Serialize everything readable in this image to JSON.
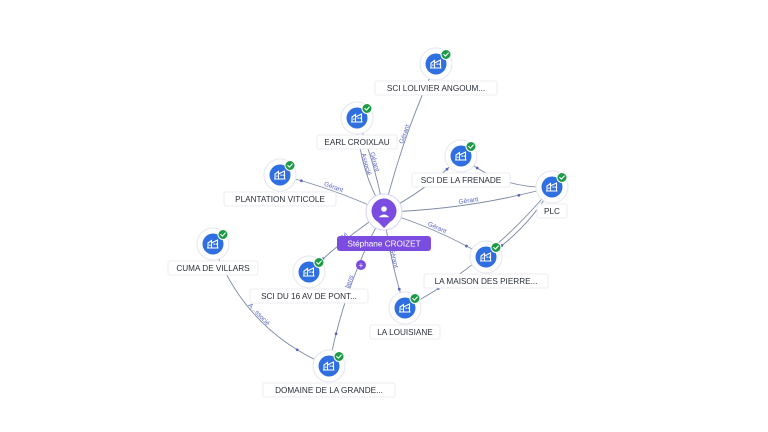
{
  "center": {
    "name": "Stéphane CROIZET",
    "icon": "person-icon",
    "color": "#7a4de0"
  },
  "companies": [
    {
      "id": "sci-lolivier",
      "label": "SCI LOLIVIER ANGOUM...",
      "icon": "company-icon",
      "verified": true
    },
    {
      "id": "earl-croixlau",
      "label": "EARL CROIXLAU",
      "icon": "company-icon",
      "verified": true
    },
    {
      "id": "sci-frenade",
      "label": "SCI DE LA FRENADE",
      "icon": "company-icon",
      "verified": true
    },
    {
      "id": "plc",
      "label": "PLC",
      "icon": "company-icon",
      "verified": true
    },
    {
      "id": "plantation",
      "label": "PLANTATION VITICOLE",
      "icon": "company-icon",
      "verified": true
    },
    {
      "id": "cuma",
      "label": "CUMA DE VILLARS",
      "icon": "company-icon",
      "verified": true
    },
    {
      "id": "sci-16av",
      "label": "SCI DU 16 AV DE PONT...",
      "icon": "company-icon",
      "verified": true
    },
    {
      "id": "maison-pierres",
      "label": "LA MAISON DES PIERRE...",
      "icon": "company-icon",
      "verified": true
    },
    {
      "id": "louisiane",
      "label": "LA LOUISIANE",
      "icon": "company-icon",
      "verified": true
    },
    {
      "id": "domaine",
      "label": "DOMAINE DE LA GRANDE...",
      "icon": "company-icon",
      "verified": true
    }
  ],
  "edges": [
    {
      "from": "center",
      "to": "sci-lolivier",
      "label": "Gérant"
    },
    {
      "from": "center",
      "to": "earl-croixlau",
      "label": "Gérant"
    },
    {
      "from": "center",
      "to": "earl-croixlau",
      "label": "Associé"
    },
    {
      "from": "center",
      "to": "sci-frenade",
      "label": "Gé"
    },
    {
      "from": "center",
      "to": "plc",
      "label": "Gérant"
    },
    {
      "from": "center",
      "to": "plantation",
      "label": "Gérant"
    },
    {
      "from": "center",
      "to": "sci-16av",
      "label": "Gé"
    },
    {
      "from": "center",
      "to": "maison-pierres",
      "label": "Gérant"
    },
    {
      "from": "center",
      "to": "louisiane",
      "label": "Gérant"
    },
    {
      "from": "center",
      "to": "domaine",
      "label": "2 liens"
    },
    {
      "from": "plc",
      "to": "sci-frenade",
      "label": "Ass"
    },
    {
      "from": "plc",
      "to": "louisiane",
      "label": ""
    },
    {
      "from": "plc",
      "to": "maison-pierres",
      "label": ""
    },
    {
      "from": "cuma",
      "to": "domaine",
      "label": "A...ssocié"
    }
  ],
  "expand_badge": "+"
}
